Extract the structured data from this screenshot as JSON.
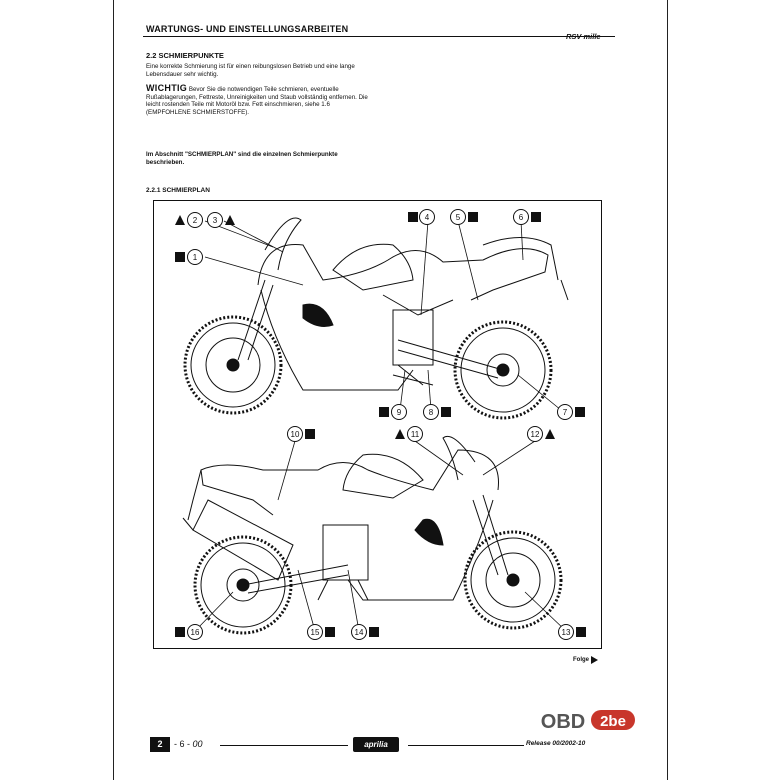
{
  "header": {
    "title": "WARTUNGS- UND EINSTELLUNGSARBEITEN",
    "model": "RSV mille"
  },
  "section": {
    "title": "2.2 SCHMIERPUNKTE",
    "paragraph1": "Eine korrekte Schmierung ist für einen reibungslosen Betrieb und eine lange Lebensdauer sehr wichtig.",
    "warning_label": "WICHTIG",
    "paragraph2": "Bevor Sie die notwendigen Teile schmieren, eventuelle Rußablagerungen, Fettreste, Unreinigkeiten und Staub vollständig entfernen. Die leicht rostenden Teile mit Motoröl bzw. Fett einschmieren, siehe 1.6 (EMPFOHLENE SCHMIERSTOFFE).",
    "paragraph3": "Im Abschnitt \"SCHMIERPLAN\" sind die einzelnen Schmierpunkte beschrieben."
  },
  "subsection": {
    "title": "2.2.1 SCHMIERPLAN"
  },
  "diagram": {
    "callouts_top": [
      "1",
      "2",
      "3",
      "4",
      "5",
      "6",
      "7",
      "8",
      "9"
    ],
    "callouts_bottom": [
      "10",
      "11",
      "12",
      "13",
      "14",
      "15",
      "16"
    ]
  },
  "next_label": "Folge",
  "footer": {
    "page_box": "2",
    "page_number": "- 6 -",
    "page_sub": "00",
    "brand": "aprilia",
    "release": "Release 00/2002-10"
  },
  "watermark": {
    "text_a": "OBD",
    "text_b": "2be"
  }
}
